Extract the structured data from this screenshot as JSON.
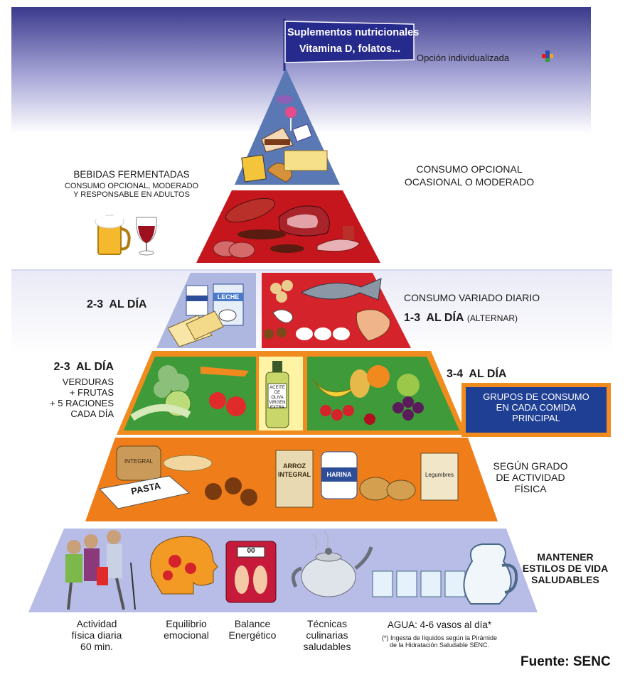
{
  "flag": {
    "line1": "Suplementos nutricionales",
    "line2": "Vitamina D, folatos..."
  },
  "optional_individual": "Opción individualizada",
  "top_right": {
    "line1": "CONSUMO OPCIONAL",
    "line2": "OCASIONAL O MODERADO"
  },
  "fermented": {
    "title": "BEBIDAS FERMENTADAS",
    "line1": "CONSUMO OPCIONAL, MODERADO",
    "line2": "Y RESPONSABLE EN ADULTOS"
  },
  "dairy_freq": "2-3  AL DÍA",
  "protein": {
    "line1": "CONSUMO VARIADO DIARIO",
    "freq": "1-3  AL DÍA",
    "note": "(ALTERNAR)"
  },
  "veg": {
    "freq": "2-3  AL DÍA",
    "line1": "VERDURAS",
    "line2": "+ FRUTAS",
    "line3": "+ 5 RACIONES",
    "line4": "CADA DÍA"
  },
  "fruit_freq": "3-4  AL DÍA",
  "groups_box": {
    "line1": "GRUPOS DE CONSUMO",
    "line2": "EN CADA COMIDA",
    "line3": "PRINCIPAL"
  },
  "cereals": {
    "line1": "SEGÚN GRADO",
    "line2": "DE ACTIVIDAD",
    "line3": "FÍSICA"
  },
  "lifestyle": {
    "line1": "MANTENER",
    "line2": "ESTILOS DE VIDA",
    "line3": "SALUDABLES"
  },
  "base_items": [
    {
      "line1": "Actividad",
      "line2": "física diaria",
      "line3": "60 min."
    },
    {
      "line1": "Equilibrio",
      "line2": "emocional"
    },
    {
      "line1": "Balance",
      "line2": "Energético"
    },
    {
      "line1": "Técnicas",
      "line2": "culinarias",
      "line3": "saludables"
    }
  ],
  "water": {
    "title": "AGUA: 4-6 vasos al día*",
    "note1": "(*) Ingesta de líquidos según la Pirámide",
    "note2": "de la Hidratación Saludable SENC."
  },
  "food_labels": {
    "milk": "LECHE",
    "oil": "ACEITE DE OLIVA VIRGEN EXTRA",
    "pasta": "PASTA",
    "rice": "ARROZ INTEGRAL",
    "flour": "HARINA",
    "legumes": "Legumbres",
    "bread": "INTEGRAL"
  },
  "scale_readout": "00",
  "source": "Fuente: SENC",
  "colors": {
    "sky_top": "#3b3a8c",
    "sky_bottom": "#ffffff",
    "tier_top": "#5a78b4",
    "tier_meat": "#c4161c",
    "tier_dairy": "#aeb7df",
    "tier_protein": "#d4232a",
    "tier_veg": "#3f9a3a",
    "tier_cereal": "#ef7d1a",
    "tier_base": "#b7bde6",
    "groups_box": "#1f3f94",
    "groups_border": "#f08c1e",
    "flag": "#262a8c"
  }
}
